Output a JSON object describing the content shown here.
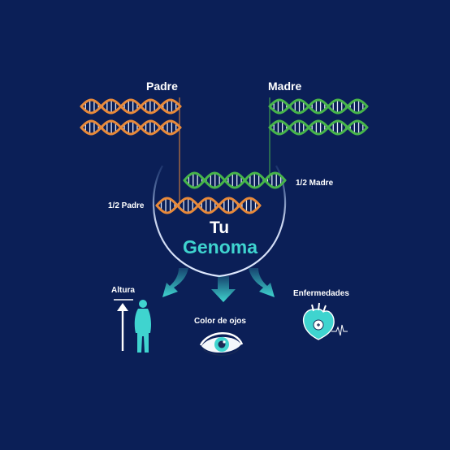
{
  "labels": {
    "father": "Padre",
    "mother": "Madre",
    "half_father": "1/2 Padre",
    "half_mother": "1/2 Madre",
    "tu": "Tu",
    "genoma": "Genoma"
  },
  "traits": {
    "height": "Altura",
    "eye_color": "Color de ojos",
    "diseases": "Enfermedades"
  },
  "colors": {
    "background": "#0b1f57",
    "father_dna": "#e98a3a",
    "mother_dna": "#47b54a",
    "accent": "#3fd4cf",
    "text": "#ffffff"
  },
  "icons": [
    "dna-helix",
    "person-silhouette",
    "up-arrow",
    "eye",
    "heart"
  ]
}
